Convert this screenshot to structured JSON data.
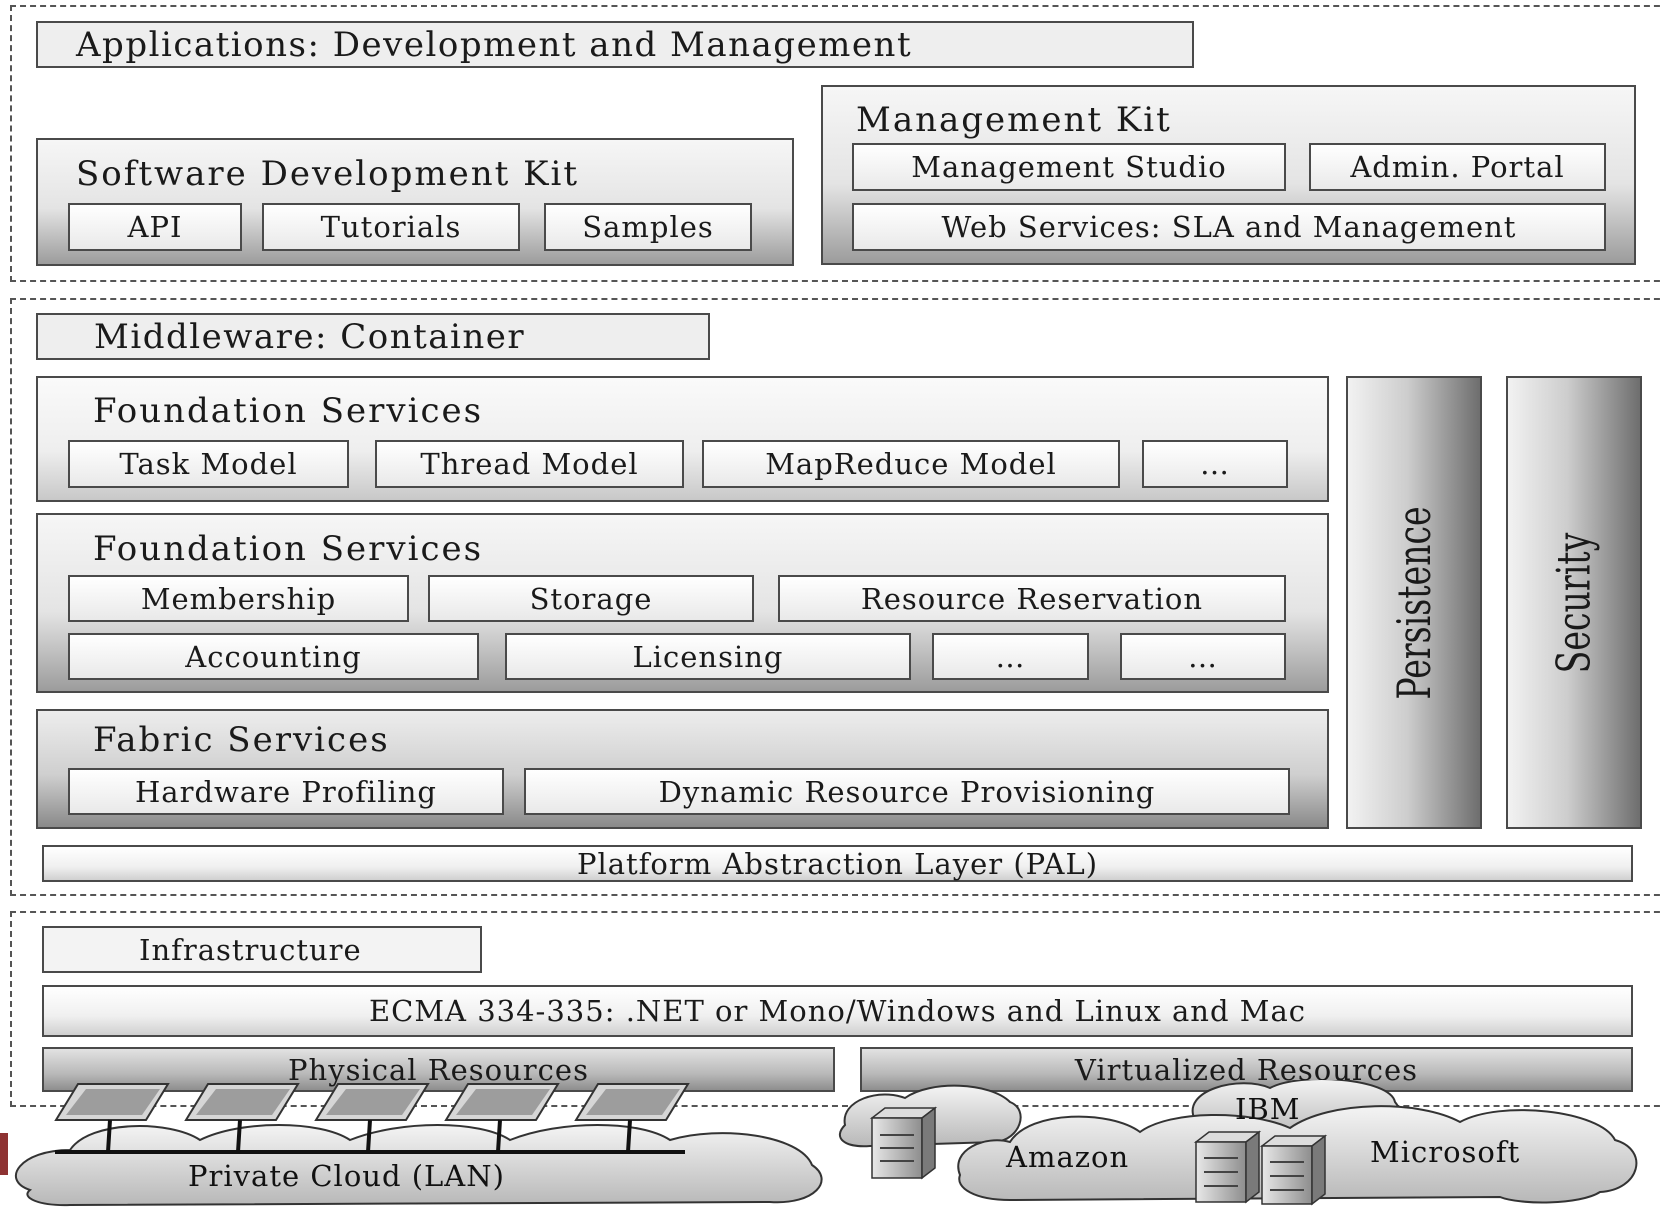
{
  "applications": {
    "title": "Applications: Development and Management",
    "sdk": {
      "title": "Software Development Kit",
      "items": [
        "API",
        "Tutorials",
        "Samples"
      ]
    },
    "management_kit": {
      "title": "Management Kit",
      "items": [
        "Management Studio",
        "Admin. Portal"
      ],
      "web_services": "Web Services: SLA and Management"
    }
  },
  "middleware": {
    "title": "Middleware: Container",
    "foundation_upper": {
      "title": "Foundation Services",
      "items": [
        "Task Model",
        "Thread Model",
        "MapReduce Model",
        "…"
      ]
    },
    "foundation_lower": {
      "title": "Foundation Services",
      "row1": [
        "Membership",
        "Storage",
        "Resource Reservation"
      ],
      "row2": [
        "Accounting",
        "Licensing",
        "…",
        "…"
      ]
    },
    "fabric": {
      "title": "Fabric Services",
      "items": [
        "Hardware Profiling",
        "Dynamic Resource Provisioning"
      ]
    },
    "pillars": [
      "Persistence",
      "Security"
    ],
    "pal": "Platform Abstraction Layer (PAL)"
  },
  "infrastructure": {
    "title": "Infrastructure",
    "ecma": "ECMA 334-335: .NET or Mono/Windows and Linux and Mac",
    "physical": "Physical Resources",
    "virtualized": "Virtualized Resources"
  },
  "clouds": {
    "private": "Private Cloud (LAN)",
    "amazon": "Amazon",
    "ibm": "IBM",
    "microsoft": "Microsoft"
  },
  "icons": {
    "workstation": "computer-icon",
    "server": "server-icon"
  }
}
